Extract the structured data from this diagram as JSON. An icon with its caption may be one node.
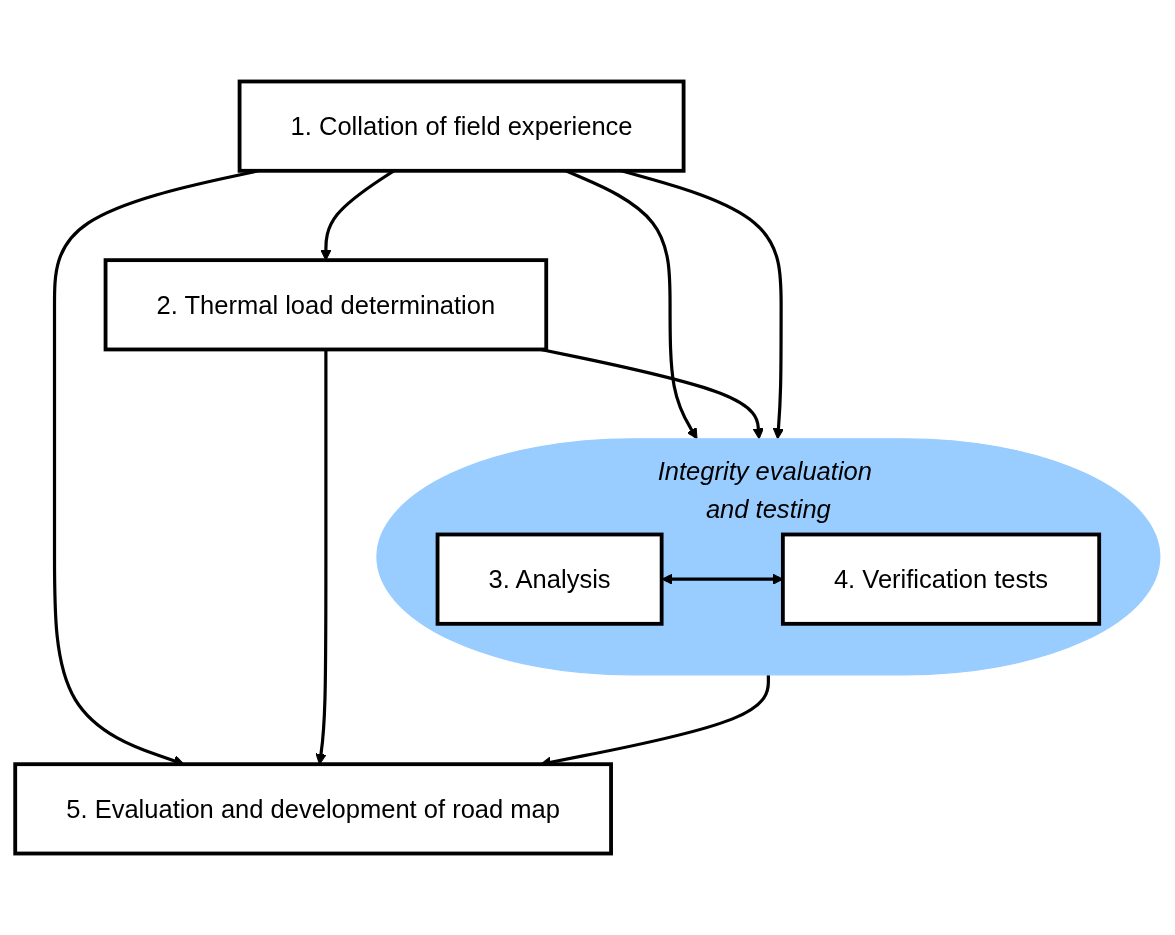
{
  "diagram": {
    "nodes": [
      {
        "text": [
          "1. Collation of field experience"
        ]
      },
      {
        "text": [
          "2. Thermal load determination"
        ]
      },
      {
        "text": [
          "Integrity evaluation and testing"
        ]
      },
      {
        "text": [
          "3. Analysis"
        ],
        "in": 2
      },
      {
        "text": [
          "4. Verification tests"
        ],
        "in": 2
      },
      {
        "text": [
          "5. Evaluation and development of road map"
        ]
      }
    ],
    "edges": [
      {
        "from": 0,
        "to": 1,
        "arrow": "to"
      },
      {
        "from": 0,
        "to": 2,
        "arrow": "to"
      },
      {
        "from": 1,
        "to": 2,
        "arrow": "to"
      },
      {
        "from": 0,
        "to": 2,
        "arrow": "to"
      },
      {
        "from": 3,
        "to": 4,
        "arrow": "both"
      },
      {
        "from": 2,
        "to": 5,
        "arrow": "to"
      },
      {
        "from": 0,
        "to": 5,
        "arrow": "to"
      },
      {
        "from": 1,
        "to": 5,
        "arrow": "to"
      }
    ]
  }
}
